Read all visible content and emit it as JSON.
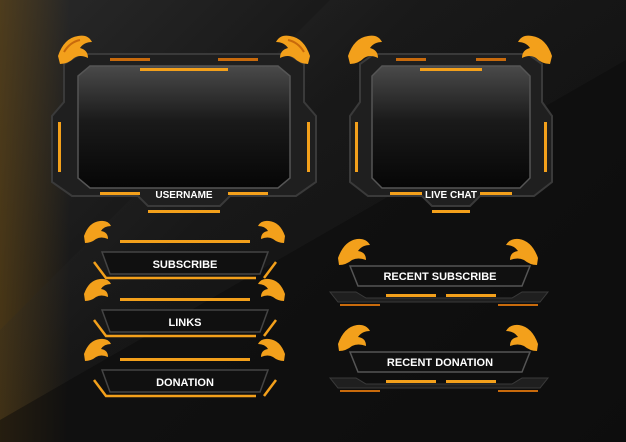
{
  "colors": {
    "accent": "#f3a01b",
    "accent_dark": "#c86a0c",
    "frame_dark": "#1c1c1c",
    "frame_mid": "#2c2c2c",
    "bar_fill": "#101010",
    "text": "#ffffff"
  },
  "icons": {
    "corner_ornament": "dragon-icon"
  },
  "frames": {
    "webcam": {
      "label": "USERNAME"
    },
    "chat": {
      "label": "LIVE CHAT"
    }
  },
  "buttons": {
    "subscribe": "SUBSCRIBE",
    "links": "LINKS",
    "donation": "DONATION"
  },
  "alerts": {
    "recent_subscribe": "RECENT SUBSCRIBE",
    "recent_donation": "RECENT DONATION"
  }
}
